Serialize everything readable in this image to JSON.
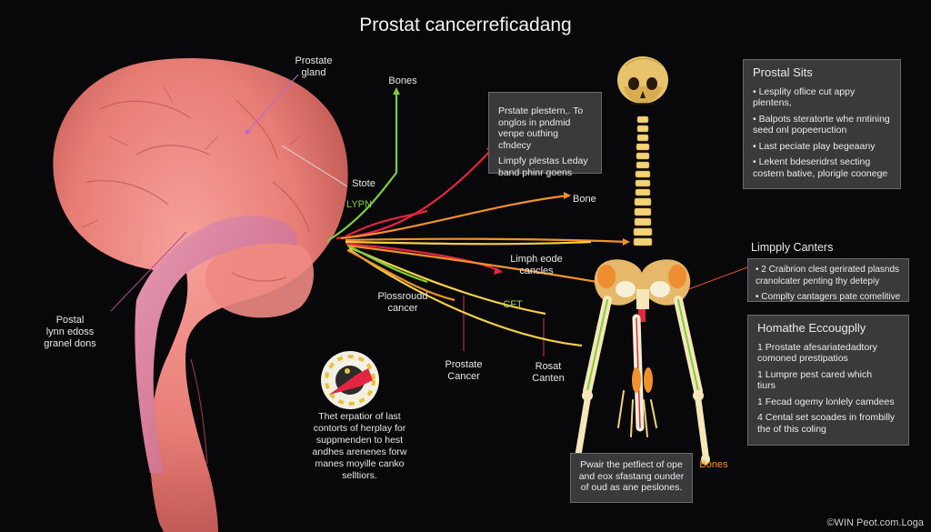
{
  "title": "Prostat cancerreficadang",
  "labels": {
    "prostate_gland": "Prostate\ngland",
    "bones_top": "Bones",
    "stote": "Stote",
    "lypn": "LYPN",
    "bone_right": "Bone",
    "lymph_eode": "Limph eode\ncancles",
    "plossroudd": "Plossroudd\ncancer",
    "cft": "CFT",
    "prostate_cancer": "Prostate\nCancer",
    "rosat_canten": "Rosat\nCanten",
    "postal_left": "Postal\nlynn edoss\ngranel dons",
    "bones_bottom": "Bones"
  },
  "panels": {
    "center_box": {
      "lines": [
        "Prstate plestern,. To\nonglos in pndmid\nvenpe outhing cfndecy",
        "Limpfy plestas Leday\nband phinr goens"
      ]
    },
    "prostal_sits": {
      "title": "Prostal Sits",
      "items": [
        "•  Lesplity oflice cut appy plentens,",
        "•  Balpots steratorte whe nntining\n    seed onl popeeruction",
        "•  Last peciate play begeaany",
        "•  Lekent bdeseridrst secting\n    costern bative, plorigle coonege"
      ]
    },
    "limpply_canters": {
      "title": "Limpply Canters",
      "items": [
        "•  2 Craibrion clest gerirated plasnds\n    cranolcater penting thy detepiy",
        "•  Complty cantagers pate comelitive"
      ]
    },
    "homathe": {
      "title": "Homathe Eccougplly",
      "items": [
        "1  Prostate afesariatedadtory\n    comoned prestipatios",
        "1  Lumpre pest cared which\n    tiurs",
        "1  Fecad ogemy lonlely camdees",
        "4  Cental set scoades in frombilly\n    the of this coling"
      ]
    },
    "bottom_box": {
      "text": "Pwair the petfiect of ope\nand eox sfastang ounder\nof oud as ane peslones."
    }
  },
  "note": {
    "text": "Thet erpatior of last\ncontorts of herplay for\nsuppmenden to hest\nandhes arenenes forw\nmanes moyille canko\nselltiors."
  },
  "watermark": "©WIN Peot.com.Loga",
  "colors": {
    "kidney": "#e87b74",
    "kidney_dark": "#c55a55",
    "green": "#7ccf3a",
    "orange": "#f0922b",
    "red": "#e2263f",
    "yellow": "#f3cf4a",
    "bone": "#f6e6b9"
  }
}
